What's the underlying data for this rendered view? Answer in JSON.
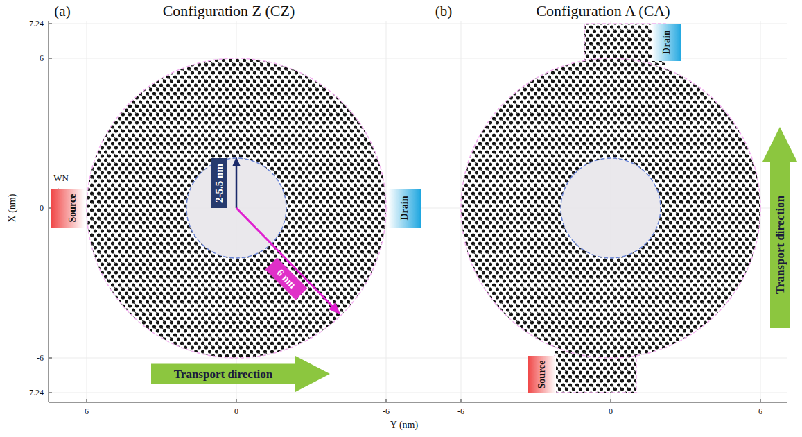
{
  "diagram": {
    "nodes": [
      {
        "text": [
          "Source"
        ]
      },
      {
        "text": [
          "Drain"
        ]
      },
      {
        "text": [
          "2-5.5 nm"
        ]
      },
      {
        "text": [
          "6 nm"
        ]
      },
      {
        "text": [
          "Transport direction"
        ]
      },
      {
        "text": [
          "Source"
        ]
      },
      {
        "text": [
          "Drain"
        ]
      },
      {
        "text": [
          "Transport direction"
        ]
      }
    ],
    "labels": [
      "(a)",
      "Configuration Z (CZ)",
      "(b)",
      "Configuration A (CA)",
      "7.24",
      "6",
      "0",
      "-6",
      "-7.24",
      "6",
      "0",
      "-6",
      "-6",
      "0",
      "6",
      "X (nm)",
      "Y (nm)",
      "WN"
    ]
  }
}
